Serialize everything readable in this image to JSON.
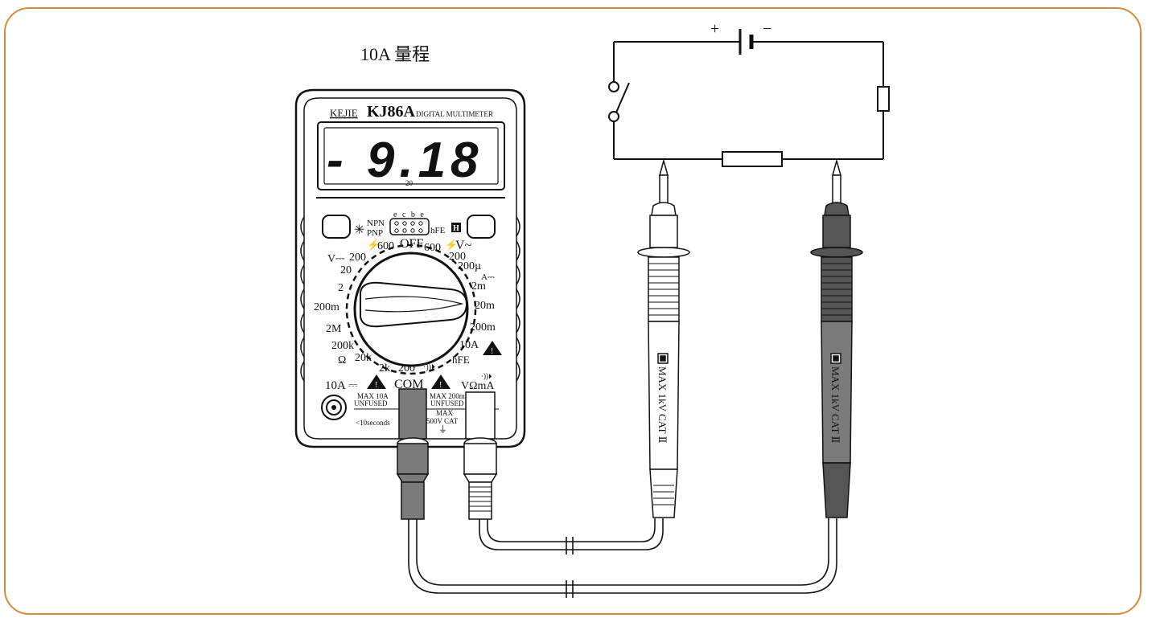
{
  "caption": "10A 量程",
  "meter": {
    "brand": "KEJIE",
    "model": "KJ86A",
    "subtitle": "DIGITAL MULTIMETER",
    "reading": "- 9.18",
    "range_indicator": "20",
    "hfe_socket": {
      "pins": "e c b e",
      "npn": "NPN",
      "pnp": "PNP",
      "hfe_label": "hFE"
    },
    "hold_label": "H",
    "dial": {
      "off": "OFF",
      "v_ac_label": "V~",
      "ac_600": "600",
      "ac_200": "200",
      "dc_600": "600",
      "v_dc_label": "V⎓",
      "v_dc_200": "200",
      "v_dc_20": "20",
      "v_dc_2": "2",
      "v_dc_200m": "200m",
      "ohm_2M": "2M",
      "ohm_200k": "200k",
      "ohm_20k": "20k",
      "ohm_symbol": "Ω",
      "ohm_2k": "2k",
      "ohm_200": "200",
      "a_dc_label": "A⎓",
      "a_200u": "200µ",
      "a_2m": "2m",
      "a_20m": "20m",
      "a_200m": "200m",
      "a_10A": "10A",
      "hfe": "hFE"
    },
    "jacks": {
      "left_label": "10A ⎓",
      "com_label": "COM",
      "right_label": "VΩmA",
      "left_warning": [
        "MAX 10A",
        "UNFUSED",
        "<10seconds"
      ],
      "right_warning": [
        "MAX 200mA",
        "UNFUSED"
      ],
      "com_note": [
        "MAX",
        "500V CAT"
      ]
    }
  },
  "probes": {
    "red_probe_text": "MAX 1kV CAT Ⅱ",
    "black_probe_text": "MAX 1kV CAT Ⅱ"
  },
  "circuit": {
    "plus": "+",
    "minus": "−"
  },
  "colors": {
    "frame_border": "#d98a3c",
    "probe_gray": "#7b7b7b",
    "probe_dark": "#555555",
    "line": "#111111"
  }
}
